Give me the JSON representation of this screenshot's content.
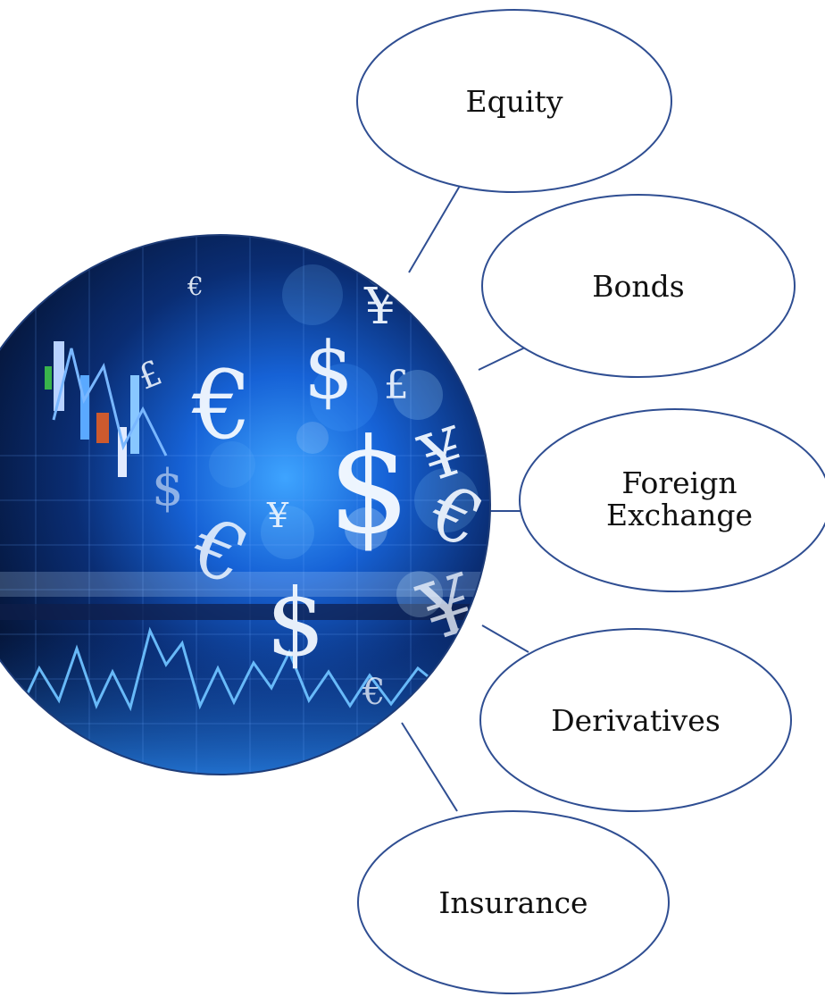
{
  "diagram": {
    "nodes": {
      "equity": {
        "label": "Equity"
      },
      "bonds": {
        "label": "Bonds"
      },
      "forex": {
        "line1": "Foreign",
        "line2": "Exchange"
      },
      "derivatives": {
        "label": "Derivatives"
      },
      "insurance": {
        "label": "Insurance"
      }
    },
    "image": {
      "currency_symbols": [
        "€",
        "$",
        "¥",
        "£",
        "$",
        "€",
        "¥",
        "$",
        "€",
        "¥",
        "$",
        "€",
        "£"
      ]
    },
    "colors": {
      "outline": "#2f4e92",
      "circle_dark": "#061433",
      "circle_mid": "#0b3a86",
      "circle_glow": "#2f8cff"
    }
  }
}
